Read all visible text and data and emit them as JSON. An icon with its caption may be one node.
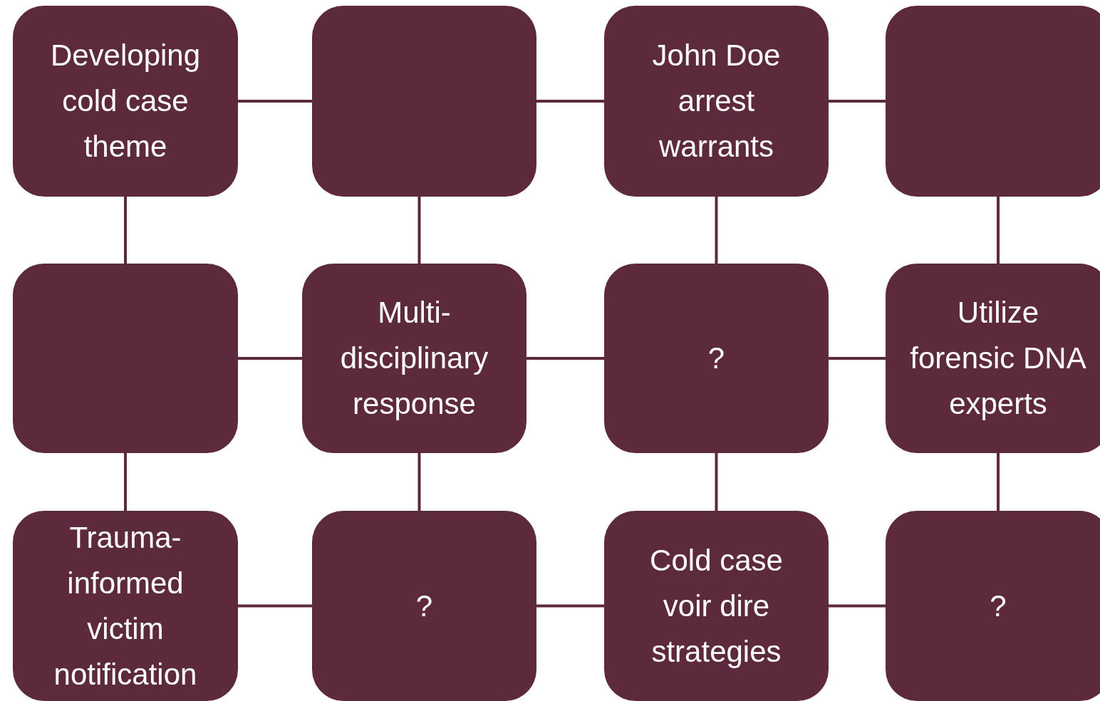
{
  "diagram": {
    "nodes": [
      {
        "text": [
          "Developing cold case theme"
        ]
      },
      {
        "text": [],
        "shape": "box"
      },
      {
        "text": [
          "John Doe arrest warrants"
        ]
      },
      {
        "text": [],
        "shape": "box"
      },
      {
        "text": [],
        "shape": "box"
      },
      {
        "text": [
          "Multi-disciplinary response"
        ]
      },
      {
        "text": [
          "?"
        ]
      },
      {
        "text": [
          "Utilize forensic DNA experts"
        ]
      },
      {
        "text": [
          "Trauma-informed victim notification"
        ]
      },
      {
        "text": [
          "?"
        ]
      },
      {
        "text": [
          "Cold case voir dire strategies"
        ]
      },
      {
        "text": [
          "?"
        ]
      }
    ],
    "edges": [
      {
        "from": 0,
        "to": 1,
        "arrow": "none"
      },
      {
        "from": 1,
        "to": 2,
        "arrow": "none"
      },
      {
        "from": 2,
        "to": 3,
        "arrow": "none"
      },
      {
        "from": 4,
        "to": 5,
        "arrow": "none"
      },
      {
        "from": 5,
        "to": 6,
        "arrow": "none"
      },
      {
        "from": 6,
        "to": 7,
        "arrow": "none"
      },
      {
        "from": 8,
        "to": 9,
        "arrow": "none"
      },
      {
        "from": 9,
        "to": 10,
        "arrow": "none"
      },
      {
        "from": 10,
        "to": 11,
        "arrow": "none"
      },
      {
        "from": 0,
        "to": 4,
        "arrow": "none"
      },
      {
        "from": 4,
        "to": 8,
        "arrow": "none"
      },
      {
        "from": 1,
        "to": 5,
        "arrow": "none"
      },
      {
        "from": 5,
        "to": 9,
        "arrow": "none"
      },
      {
        "from": 2,
        "to": 6,
        "arrow": "none"
      },
      {
        "from": 6,
        "to": 10,
        "arrow": "none"
      },
      {
        "from": 3,
        "to": 7,
        "arrow": "none"
      },
      {
        "from": 7,
        "to": 11,
        "arrow": "none"
      }
    ]
  }
}
